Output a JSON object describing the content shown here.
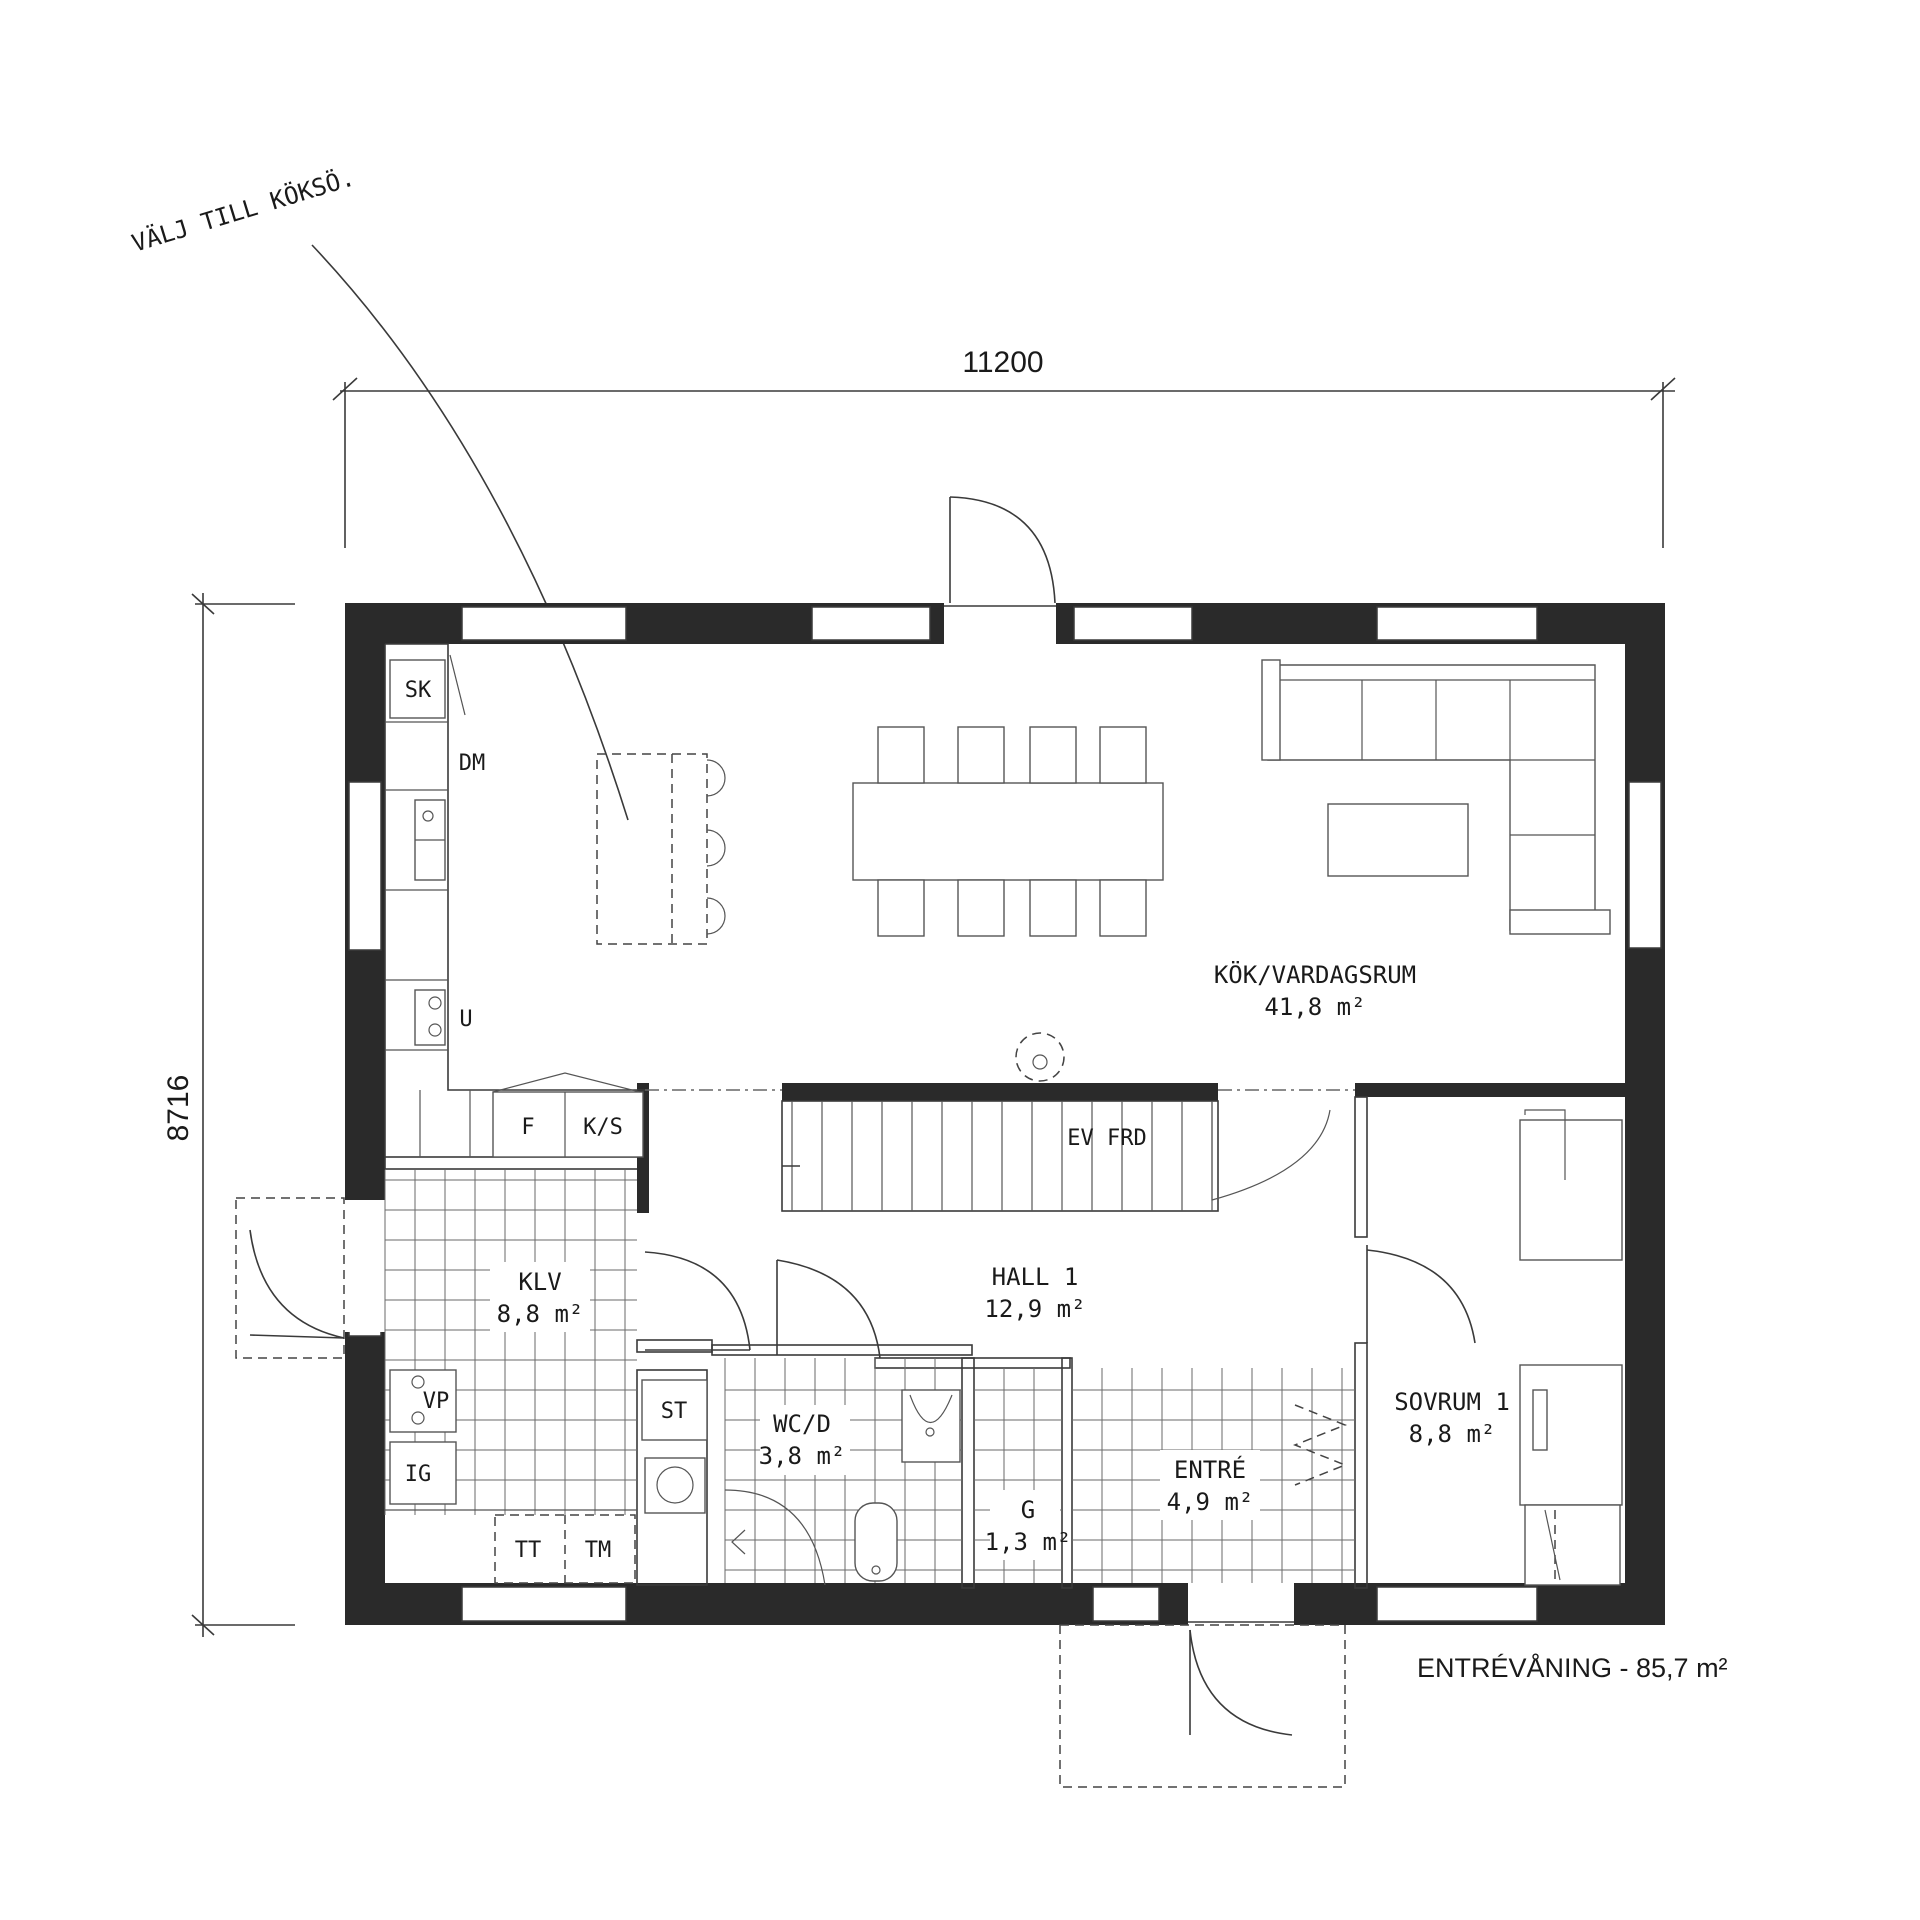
{
  "annotation": {
    "text": "VÄLJ TILL KÖKSÖ."
  },
  "dimensions": {
    "width": "11200",
    "depth": "8716"
  },
  "rooms": {
    "kok_vardagsrum": {
      "name": "KÖK/VARDAGSRUM",
      "area": "41,8 m²"
    },
    "hall": {
      "name": "HALL 1",
      "area": "12,9 m²"
    },
    "klv": {
      "name": "KLV",
      "area": "8,8 m²"
    },
    "wcd": {
      "name": "WC/D",
      "area": "3,8 m²"
    },
    "g": {
      "name": "G",
      "area": "1,3 m²"
    },
    "entre": {
      "name": "ENTRÉ",
      "area": "4,9 m²"
    },
    "sovrum": {
      "name": "SOVRUM 1",
      "area": "8,8 m²"
    }
  },
  "fixtures": {
    "sk": "SK",
    "dm": "DM",
    "u": "U",
    "f": "F",
    "ks": "K/S",
    "vp": "VP",
    "ig": "IG",
    "tt": "TT",
    "tm": "TM",
    "st": "ST",
    "ev_frd": "EV FRD"
  },
  "footer": {
    "text": "ENTRÉVÅNING - 85,7 m²"
  }
}
